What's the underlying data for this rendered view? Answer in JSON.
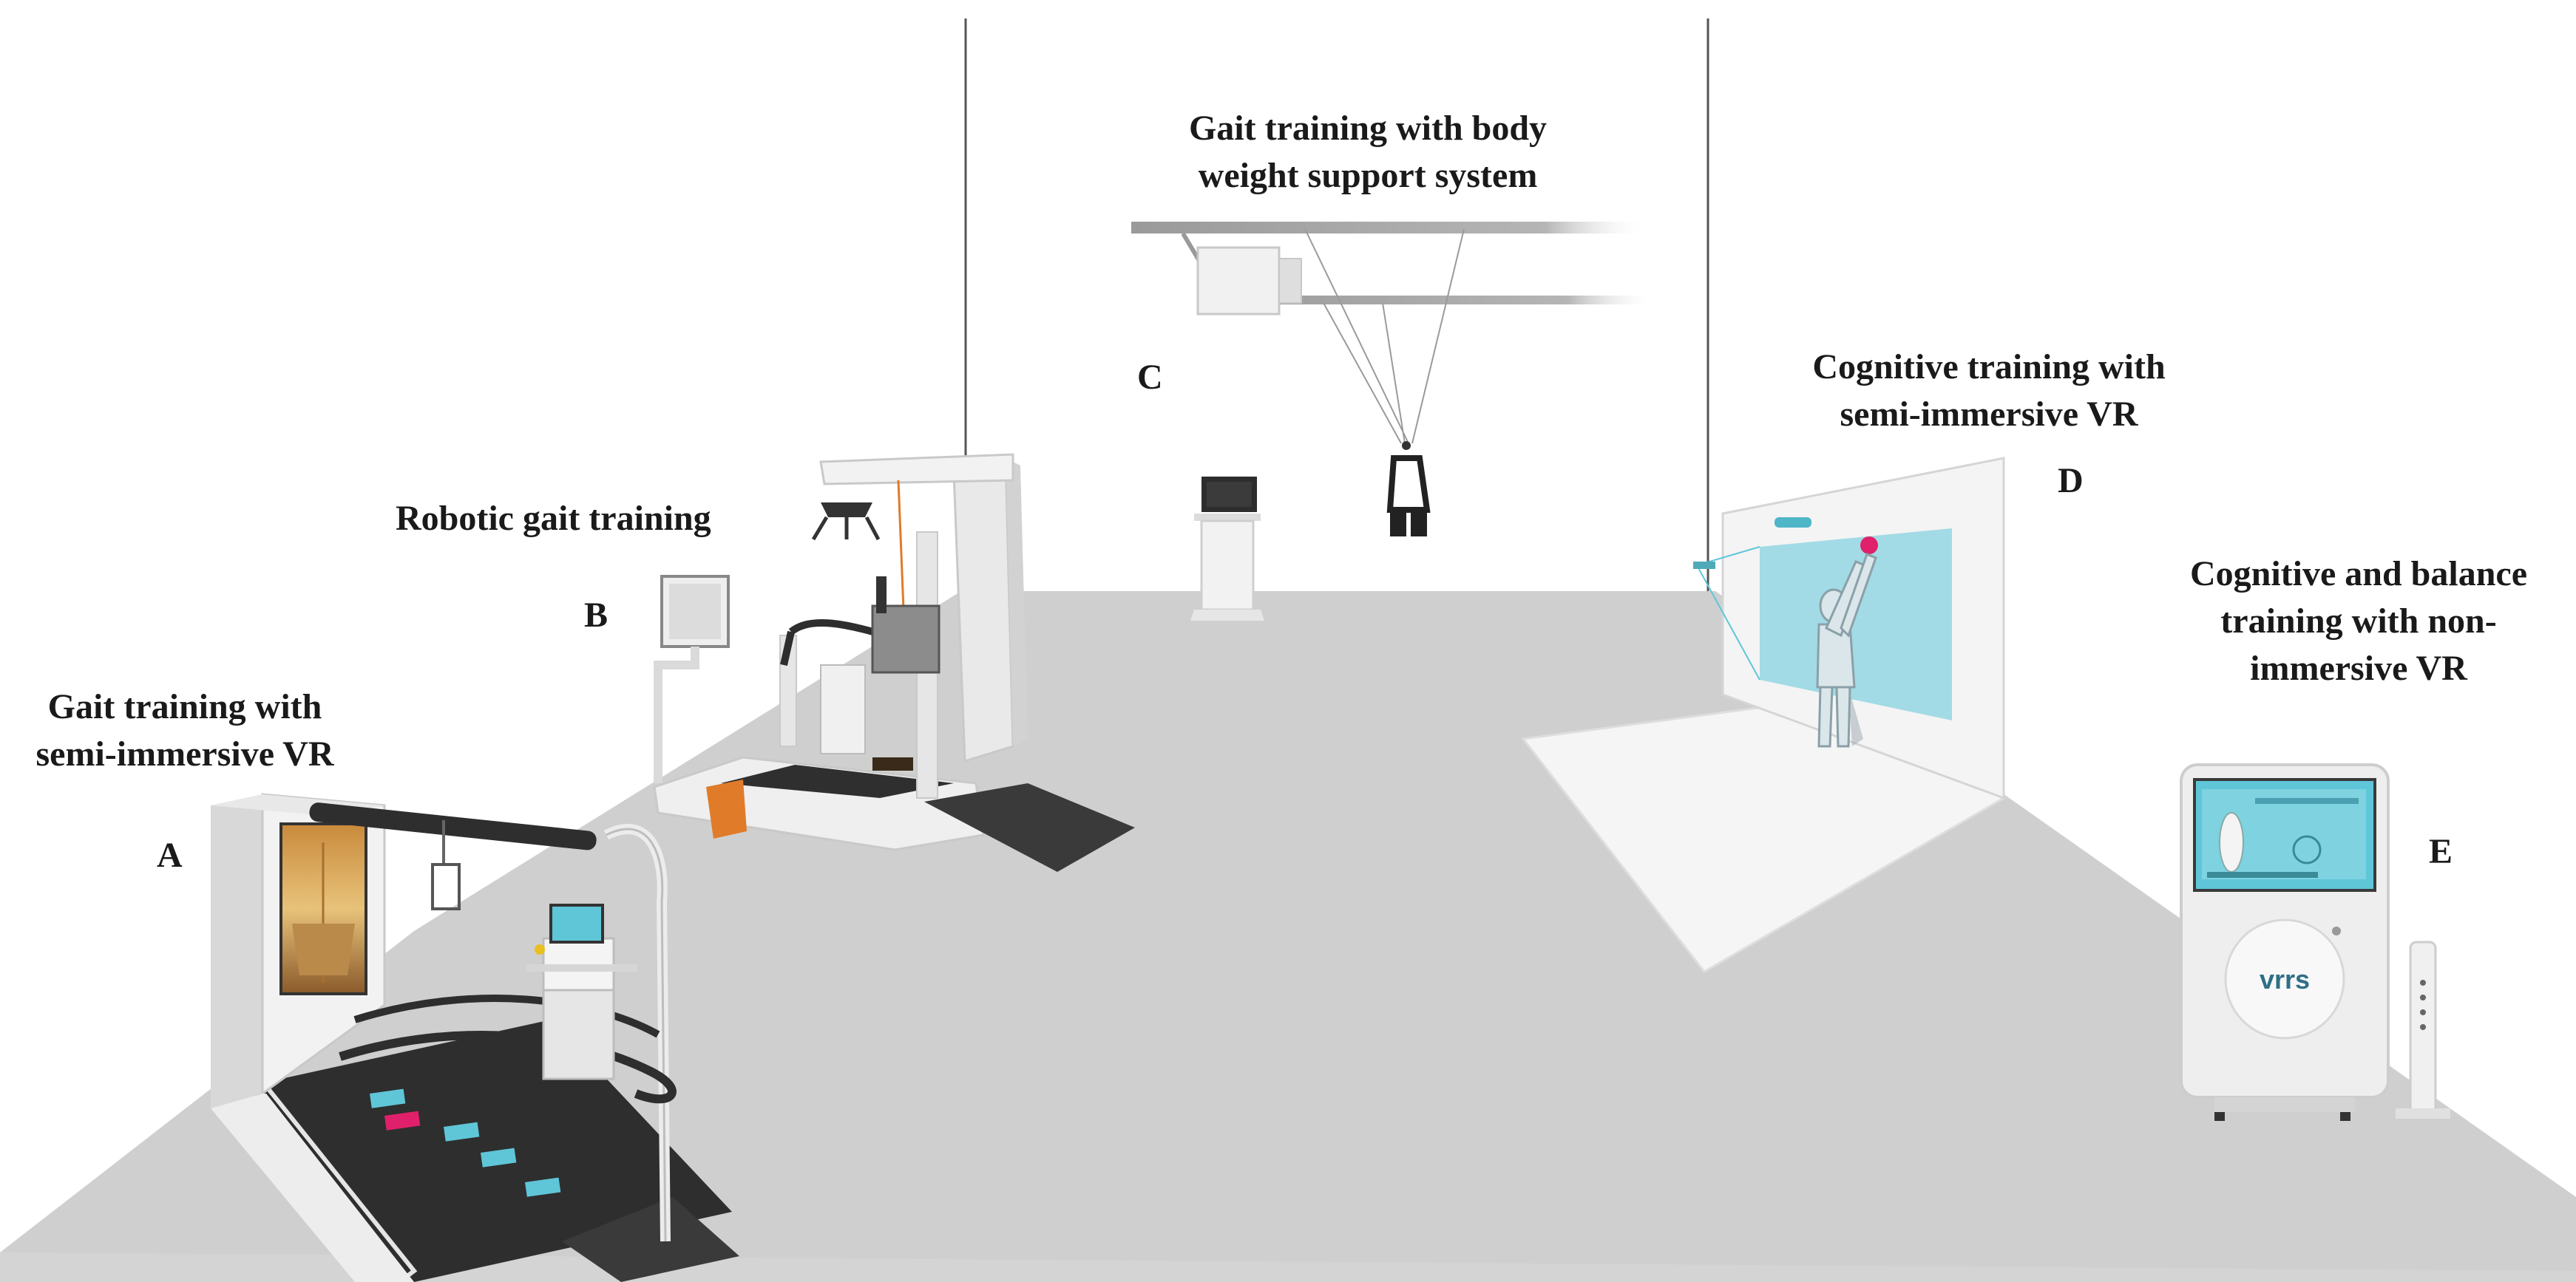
{
  "stations": {
    "a": {
      "letter": "A",
      "title_line1": "Gait training with",
      "title_line2": "semi-immersive VR"
    },
    "b": {
      "letter": "B",
      "title_line1": "Robotic gait training"
    },
    "c": {
      "letter": "C",
      "title_line1": "Gait training with body",
      "title_line2": "weight support system"
    },
    "d": {
      "letter": "D",
      "title_line1": "Cognitive training with",
      "title_line2": "semi-immersive VR"
    },
    "e": {
      "letter": "E",
      "title_line1": "Cognitive and balance",
      "title_line2": "training with non-",
      "title_line3": "immersive VR",
      "device_logo": "vrrs"
    }
  },
  "colors": {
    "floor": "#cfcfcf",
    "wall_line": "#555555",
    "accent_orange": "#e07b2a",
    "screen_cyan": "#5fc6d8",
    "target_magenta": "#e0206a",
    "treadmill_dark": "#2e2e2e"
  },
  "icons": {
    "a": "treadmill-vr-device",
    "b": "robotic-gait-trainer",
    "c": "ceiling-harness-system",
    "d": "projection-wall-with-person",
    "e": "vr-kiosk-with-sensor"
  }
}
